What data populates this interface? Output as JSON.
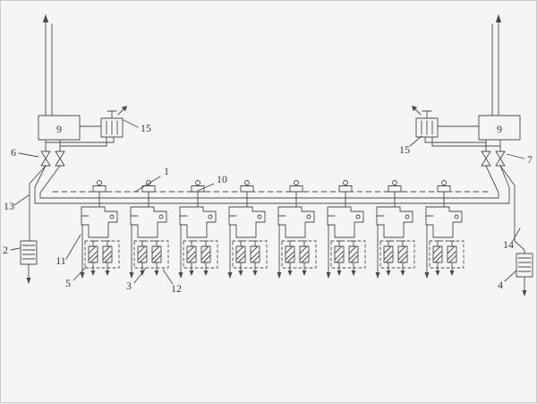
{
  "figure": {
    "kind": "technical schematic drawing",
    "background": "#f5f6f3",
    "line_color": "#4a4a4a",
    "valve_unit_count": 8,
    "labels": [
      {
        "name": "label-1",
        "text": "1"
      },
      {
        "name": "label-2",
        "text": "2"
      },
      {
        "name": "label-3",
        "text": "3"
      },
      {
        "name": "label-4",
        "text": "4"
      },
      {
        "name": "label-5",
        "text": "5"
      },
      {
        "name": "label-6",
        "text": "6"
      },
      {
        "name": "label-7",
        "text": "7"
      },
      {
        "name": "label-9-left",
        "text": "9"
      },
      {
        "name": "label-9-right",
        "text": "9"
      },
      {
        "name": "label-10",
        "text": "10"
      },
      {
        "name": "label-11",
        "text": "11"
      },
      {
        "name": "label-12",
        "text": "12"
      },
      {
        "name": "label-13",
        "text": "13"
      },
      {
        "name": "label-14",
        "text": "14"
      },
      {
        "name": "label-15-left",
        "text": "15"
      },
      {
        "name": "label-15-right",
        "text": "15"
      }
    ]
  }
}
